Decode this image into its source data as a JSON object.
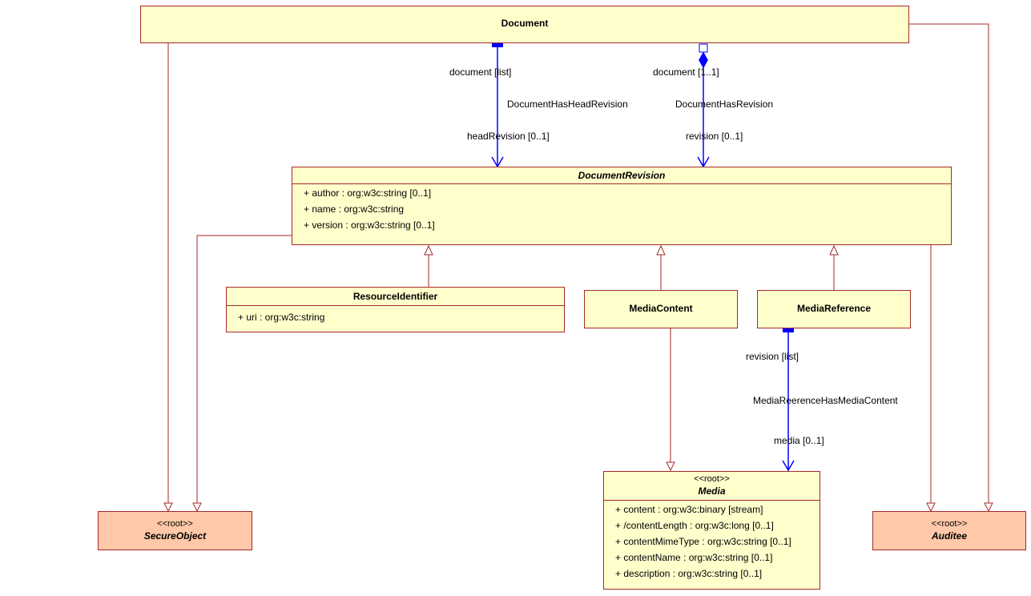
{
  "classes": {
    "document": {
      "name": "Document"
    },
    "document_revision": {
      "name": "DocumentRevision",
      "attributes": [
        "+ author : org:w3c:string [0..1]",
        "+ name : org:w3c:string",
        "+ version : org:w3c:string [0..1]"
      ]
    },
    "resource_identifier": {
      "name": "ResourceIdentifier",
      "attributes": [
        "+ uri : org:w3c:string"
      ]
    },
    "media_content": {
      "name": "MediaContent"
    },
    "media_reference": {
      "name": "MediaReference"
    },
    "media": {
      "stereotype": "<<root>>",
      "name": "Media",
      "attributes": [
        "+ content : org:w3c:binary [stream]",
        "+ /contentLength : org:w3c:long [0..1]",
        "+ contentMimeType : org:w3c:string [0..1]",
        "+ contentName : org:w3c:string [0..1]",
        "+ description : org:w3c:string [0..1]"
      ]
    },
    "secure_object": {
      "stereotype": "<<root>>",
      "name": "SecureObject"
    },
    "auditee": {
      "stereotype": "<<root>>",
      "name": "Auditee"
    }
  },
  "associations": {
    "head_revision": {
      "name": "DocumentHasHeadRevision",
      "source_role": "document [list]",
      "target_role": "headRevision [0..1]"
    },
    "revision": {
      "name": "DocumentHasRevision",
      "source_role": "document [1..1]",
      "target_role": "revision [0..1]"
    },
    "media_ref": {
      "name": "MediaReerenceHasMediaContent",
      "source_role": "revision [list]",
      "target_role": "media [0..1]"
    }
  },
  "colors": {
    "class_fill": "#ffffcc",
    "root_fill": "#ffc8a8",
    "border": "#a52a2a",
    "association": "#0000ff"
  }
}
